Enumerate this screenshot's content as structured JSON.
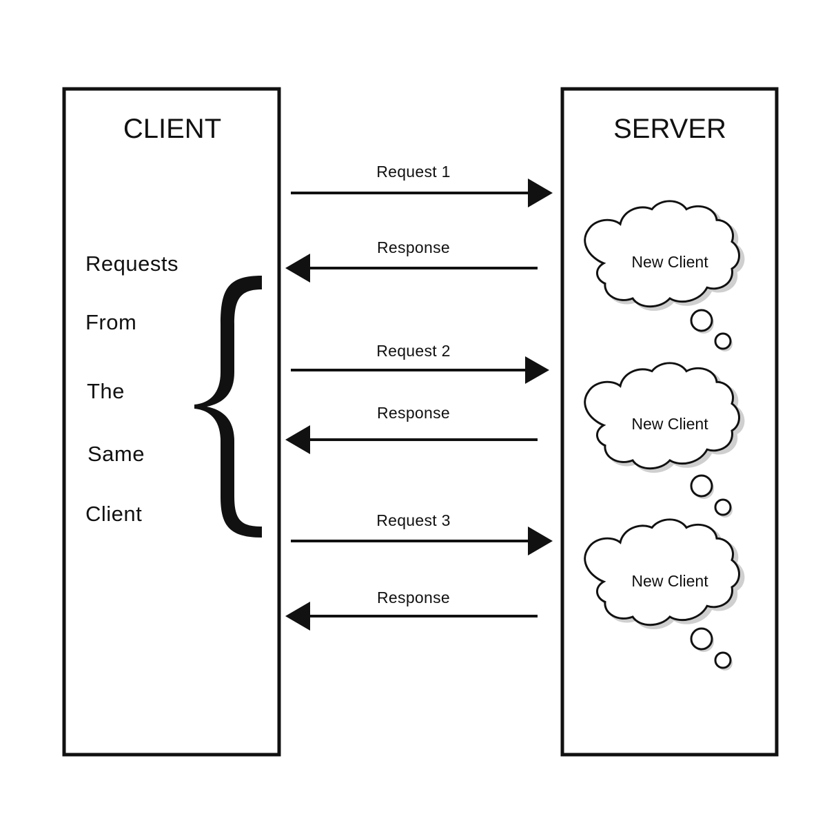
{
  "client": {
    "title": "CLIENT",
    "words": [
      "Requests",
      "From",
      "The",
      "Same",
      "Client"
    ]
  },
  "server": {
    "title": "SERVER"
  },
  "exchanges": [
    {
      "request": "Request 1",
      "response": "Response",
      "cloud": "New Client"
    },
    {
      "request": "Request 2",
      "response": "Response",
      "cloud": "New Client"
    },
    {
      "request": "Request 3",
      "response": "Response",
      "cloud": "New Client"
    }
  ],
  "icons": {
    "brace": "curly-brace-icon",
    "cloud": "thought-cloud-icon"
  },
  "colors": {
    "line": "#111111",
    "shadow": "#cfcfcf",
    "background": "#ffffff"
  }
}
